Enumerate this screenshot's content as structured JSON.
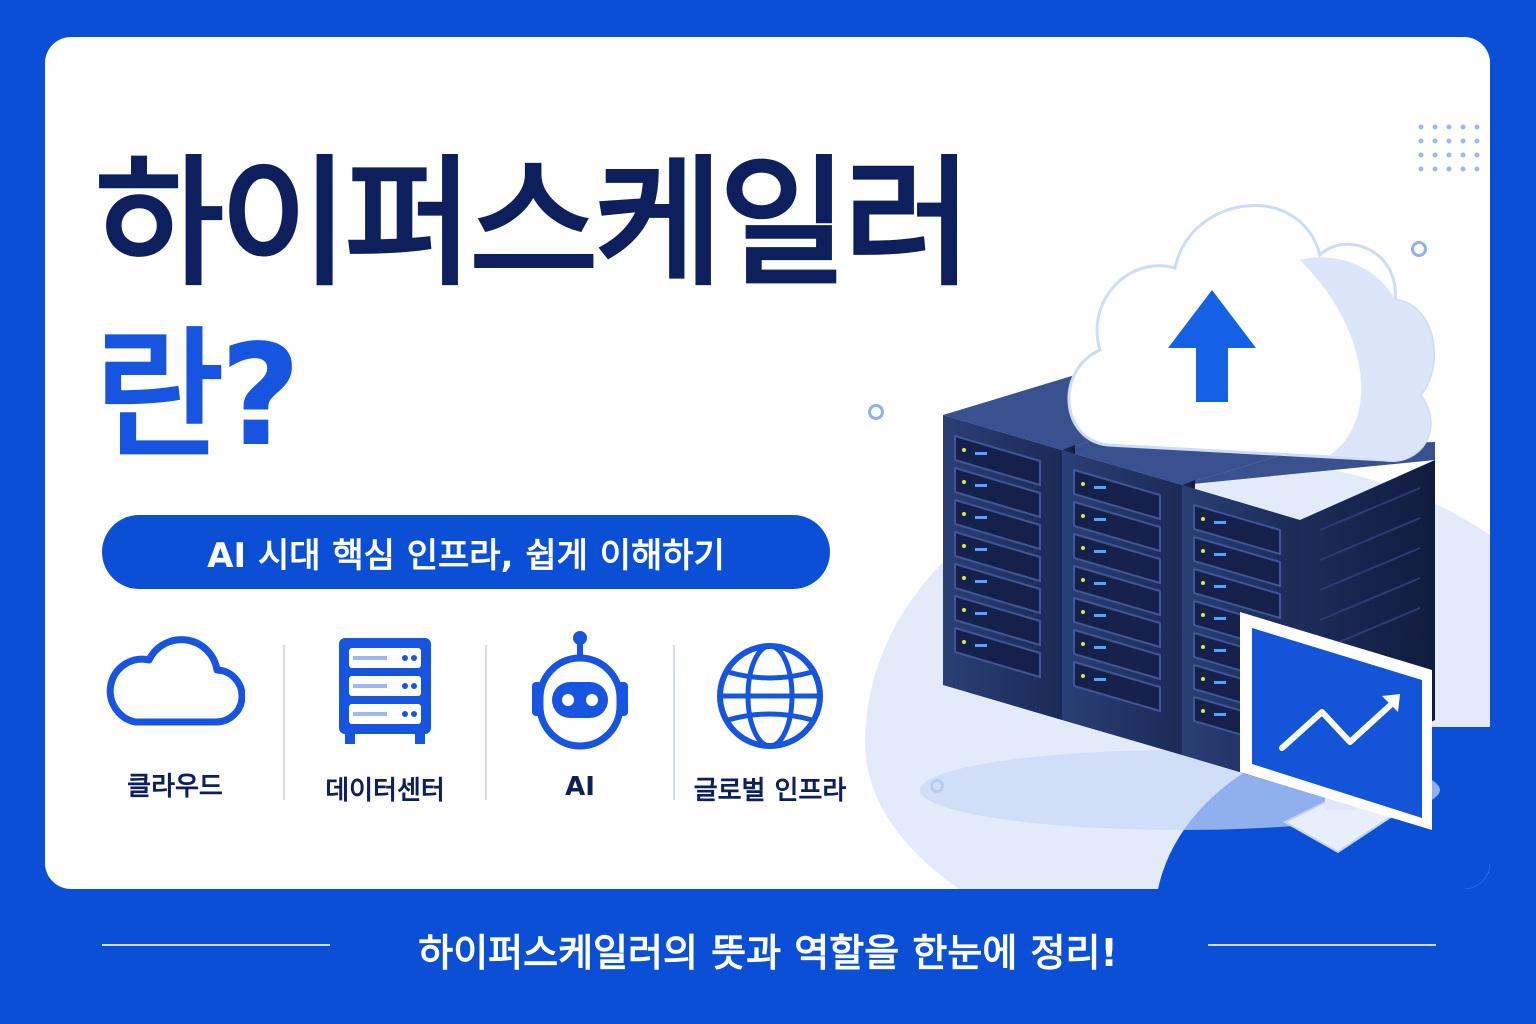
{
  "headline": {
    "line1": "하이퍼스케일러",
    "line2": "란?"
  },
  "subtitle": "AI 시대 핵심 인프라, 쉽게 이해하기",
  "features": [
    {
      "icon": "cloud-icon",
      "label": "클라우드"
    },
    {
      "icon": "server-icon",
      "label": "데이터센터"
    },
    {
      "icon": "robot-icon",
      "label": "AI"
    },
    {
      "icon": "globe-icon",
      "label": "글로벌 인프라"
    }
  ],
  "footer": "하이퍼스케일러의 뜻과 역할을 한눈에 정리!",
  "colors": {
    "brand_blue": "#0a4fd6",
    "navy": "#0d1f5c",
    "accent_blue": "#1755e0",
    "card": "#ffffff"
  }
}
